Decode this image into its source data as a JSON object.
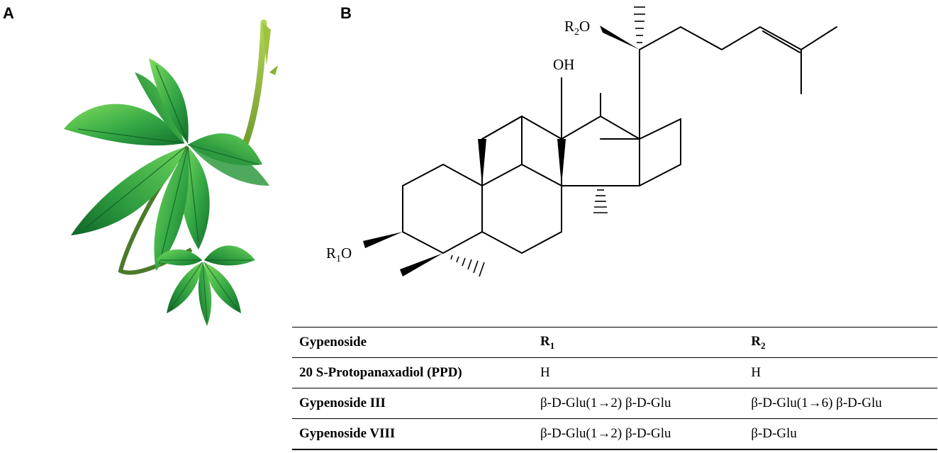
{
  "panels": {
    "a_label": "A",
    "b_label": "B"
  },
  "structure": {
    "substituent_r1o": "R",
    "substituent_r1_sub": "1",
    "substituent_r1_o": "O",
    "substituent_r2o": "R",
    "substituent_r2_sub": "2",
    "substituent_r2_o": "O",
    "hydroxyl": "OH"
  },
  "table": {
    "headers": {
      "col1": "Gypenoside",
      "col2": "R",
      "col2_sub": "1",
      "col3": "R",
      "col3_sub": "2"
    },
    "rows": [
      {
        "name": "20 S-Protopanaxadiol (PPD)",
        "r1": "H",
        "r2": "H"
      },
      {
        "name": "Gypenoside III",
        "r1": "β-D-Glu(1→2) β-D-Glu",
        "r2": "β-D-Glu(1→6) β-D-Glu"
      },
      {
        "name": "Gypenoside VIII",
        "r1": "β-D-Glu(1→2) β-D-Glu",
        "r2": "β-D-Glu"
      }
    ]
  },
  "colors": {
    "leaf_dark": "#1f8a3a",
    "leaf_light": "#6fd35a",
    "stem": "#8dbb2e"
  }
}
